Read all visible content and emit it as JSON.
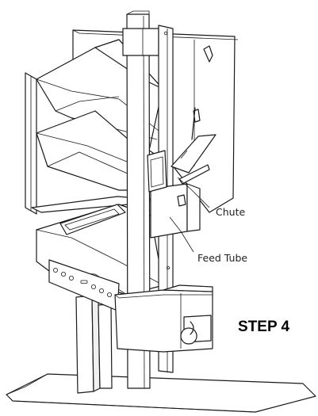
{
  "labels": {
    "chute": "Chute",
    "feed_tube": "Feed Tube",
    "step": "STEP 4"
  },
  "colors": {
    "ink": "#1a1a1a",
    "fill": "#ffffff",
    "shade": "#f0f0f0"
  }
}
